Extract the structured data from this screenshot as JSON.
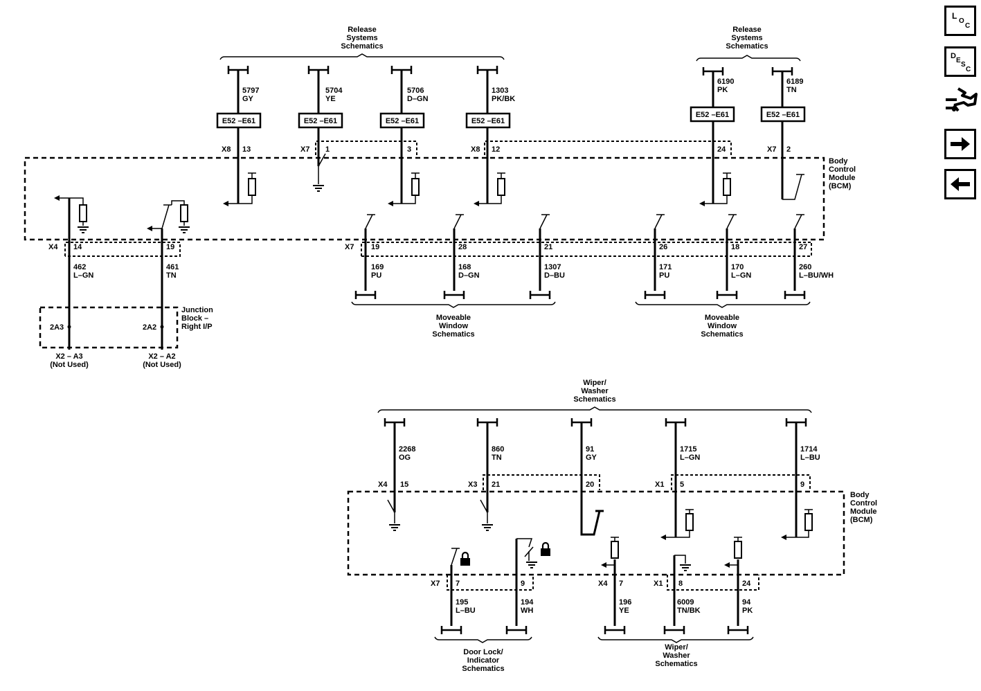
{
  "nav": {
    "loc": {
      "l": "L",
      "o": "O",
      "c": "C"
    },
    "desc": {
      "d": "D",
      "e": "E",
      "s": "S",
      "c": "C"
    }
  },
  "titles": {
    "release_a": [
      "Release",
      "Systems",
      "Schematics"
    ],
    "release_b": [
      "Release",
      "Systems",
      "Schematics"
    ],
    "window_a": [
      "Moveable",
      "Window",
      "Schematics"
    ],
    "window_b": [
      "Moveable",
      "Window",
      "Schematics"
    ],
    "wiper_top": [
      "Wiper/",
      "Washer",
      "Schematics"
    ],
    "wiper_bottom": [
      "Wiper/",
      "Washer",
      "Schematics"
    ],
    "doorlock": [
      "Door Lock/",
      "Indicator",
      "Schematics"
    ],
    "bcm_top": [
      "Body",
      "Control",
      "Module",
      "(BCM)"
    ],
    "bcm_bottom": [
      "Body",
      "Control",
      "Module",
      "(BCM)"
    ],
    "junction": [
      "Junction",
      "Block –",
      "Right I/P"
    ]
  },
  "splice": "E52 –E61",
  "top_circuits": [
    {
      "conn": "X8",
      "pin": "13",
      "num": "5797",
      "color": "GY"
    },
    {
      "conn": "X7",
      "pin": "1",
      "num": "5704",
      "color": "YE"
    },
    {
      "conn": "",
      "pin": "3",
      "num": "5706",
      "color": "D–GN"
    },
    {
      "conn": "X8",
      "pin": "12",
      "num": "1303",
      "color": "PK/BK"
    },
    {
      "conn": "",
      "pin": "24",
      "num": "6190",
      "color": "PK"
    },
    {
      "conn": "X7",
      "pin": "2",
      "num": "6189",
      "color": "TN"
    }
  ],
  "lower_left": [
    {
      "conn": "X4",
      "pin": "14",
      "num": "462",
      "color": "L–GN",
      "cavity": "2A3",
      "term": "X2 – A3",
      "note": "(Not Used)"
    },
    {
      "conn": "",
      "pin": "19",
      "num": "461",
      "color": "TN",
      "cavity": "2A2",
      "term": "X2 – A2",
      "note": "(Not Used)"
    }
  ],
  "windows": [
    {
      "conn": "X7",
      "pin": "19",
      "num": "169",
      "color": "PU"
    },
    {
      "conn": "",
      "pin": "28",
      "num": "168",
      "color": "D–GN"
    },
    {
      "conn": "",
      "pin": "21",
      "num": "1307",
      "color": "D–BU"
    },
    {
      "conn": "",
      "pin": "26",
      "num": "171",
      "color": "PU"
    },
    {
      "conn": "",
      "pin": "18",
      "num": "170",
      "color": "L–GN"
    },
    {
      "conn": "",
      "pin": "27",
      "num": "260",
      "color": "L–BU/WH"
    }
  ],
  "wiper_in": [
    {
      "conn": "X4",
      "pin": "15",
      "num": "2268",
      "color": "OG"
    },
    {
      "conn": "X3",
      "pin": "21",
      "num": "860",
      "color": "TN"
    },
    {
      "conn": "",
      "pin": "20",
      "num": "91",
      "color": "GY"
    },
    {
      "conn": "X1",
      "pin": "5",
      "num": "1715",
      "color": "L–GN"
    },
    {
      "conn": "",
      "pin": "9",
      "num": "1714",
      "color": "L–BU"
    }
  ],
  "bottom_out": [
    {
      "conn": "X7",
      "pin": "7",
      "num": "195",
      "color": "L–BU"
    },
    {
      "conn": "",
      "pin": "9",
      "num": "194",
      "color": "WH"
    },
    {
      "conn": "X4",
      "pin": "7",
      "num": "196",
      "color": "YE"
    },
    {
      "conn": "X1",
      "pin": "8",
      "num": "6009",
      "color": "TN/BK"
    },
    {
      "conn": "",
      "pin": "24",
      "num": "94",
      "color": "PK"
    }
  ]
}
